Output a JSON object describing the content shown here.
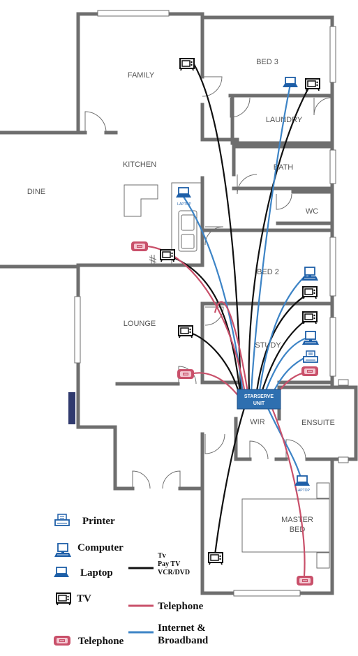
{
  "rooms": {
    "family": "FAMILY",
    "bed3": "BED 3",
    "laundry": "LAUNDRY",
    "kitchen": "KITCHEN",
    "bath": "BATH",
    "dine": "DINE",
    "wc": "WC",
    "bed2": "BED 2",
    "lounge": "LOUNGE",
    "study": "STUDY",
    "wir": "WIR",
    "ensuite": "ENSUITE",
    "master_line1": "MASTER",
    "master_line2": "BED"
  },
  "hub": {
    "line1": "STARSERVE",
    "line2": "UNIT"
  },
  "device_labels": {
    "laptop": "LAPTOP"
  },
  "legend": {
    "printer": "Printer",
    "computer": "Computer",
    "laptop": "Laptop",
    "tv": "TV",
    "telephone": "Telephone",
    "tv_line_1": "Tv",
    "tv_line_2": "Pay TV",
    "tv_line_3": "VCR/DVD",
    "telephone_line": "Telephone",
    "internet_line_1": "Internet &",
    "internet_line_2": "Broadband"
  },
  "colors": {
    "wall": "#6e6e6e",
    "tv_cable": "#111111",
    "telephone_cable": "#c9506a",
    "internet_cable": "#3d84c6",
    "hub": "#2e6fb0",
    "device_blue": "#1e5fa8",
    "phone_red": "#c9506a"
  }
}
